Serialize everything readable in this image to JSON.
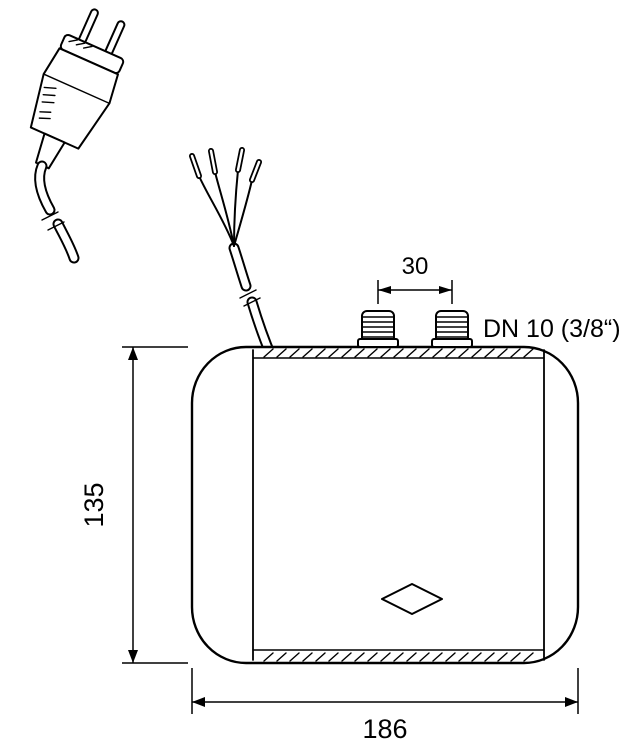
{
  "diagram": {
    "dimensions": {
      "pipe_spacing_mm": "30",
      "connection_size": "DN 10 (3/8“)",
      "height_mm": "135",
      "width_mm": "186"
    }
  }
}
